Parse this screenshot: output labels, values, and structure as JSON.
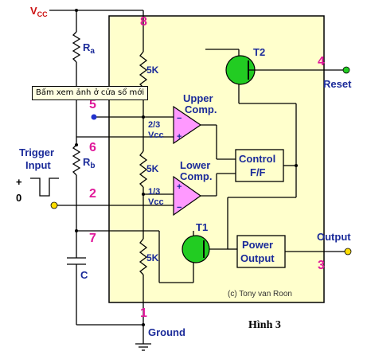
{
  "supply": {
    "v": "V",
    "sub": "CC"
  },
  "resistor_a": {
    "r": "R",
    "sub": "a"
  },
  "resistor_b": {
    "r": "R",
    "sub": "b"
  },
  "capacitor": "C",
  "trigger": {
    "line1": "Trigger",
    "line2": "Input",
    "plus": "+",
    "zero": "0"
  },
  "internal_resistors": [
    "5K",
    "5K",
    "5K"
  ],
  "pins": {
    "p8": "8",
    "p4": "4",
    "p5": "5",
    "p6": "6",
    "p2": "2",
    "p7": "7",
    "p3": "3",
    "p1": "1"
  },
  "upper_comp": {
    "line1": "Upper",
    "line2": "Comp."
  },
  "lower_comp": {
    "line1": "Lower",
    "line2": "Comp."
  },
  "ref_upper": {
    "line1": "2/3",
    "line2": "Vcc"
  },
  "ref_lower": {
    "line1": "1/3",
    "line2": "Vcc"
  },
  "control": {
    "line1": "Control",
    "line2": "F/F"
  },
  "power_output": {
    "line1": "Power",
    "line2": "Output"
  },
  "transistors": {
    "t1": "T1",
    "t2": "T2"
  },
  "outputs": {
    "reset": "Reset",
    "output": "Output"
  },
  "ground": "Ground",
  "copyright": "(c) Tony van Roon",
  "caption": "Hình 3",
  "tooltip": "Bấm xem ảnh ở cửa sổ mới",
  "colors": {
    "chip": "#ffffcc",
    "comparator": "#ff99ff",
    "transistor": "#22cc22",
    "terminal": "#ffdd00",
    "pin_label": "#e0189a",
    "text": "#1a2a99"
  }
}
